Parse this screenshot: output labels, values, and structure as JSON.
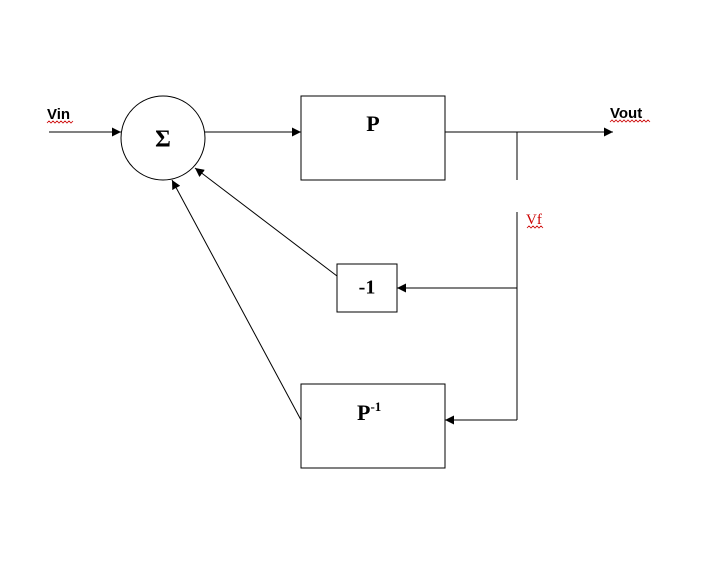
{
  "diagram": {
    "input_label": "Vin",
    "output_label": "Vout",
    "feedback_label": "Vf",
    "summer_symbol": "Σ",
    "plant_block": "P",
    "negation_block": "-1",
    "inverse_block": {
      "base": "P",
      "superscript": "-1"
    }
  },
  "colors": {
    "lines": "#000000",
    "feedback_label": "#cc0000",
    "spellcheck_underline": "#cc0000"
  }
}
